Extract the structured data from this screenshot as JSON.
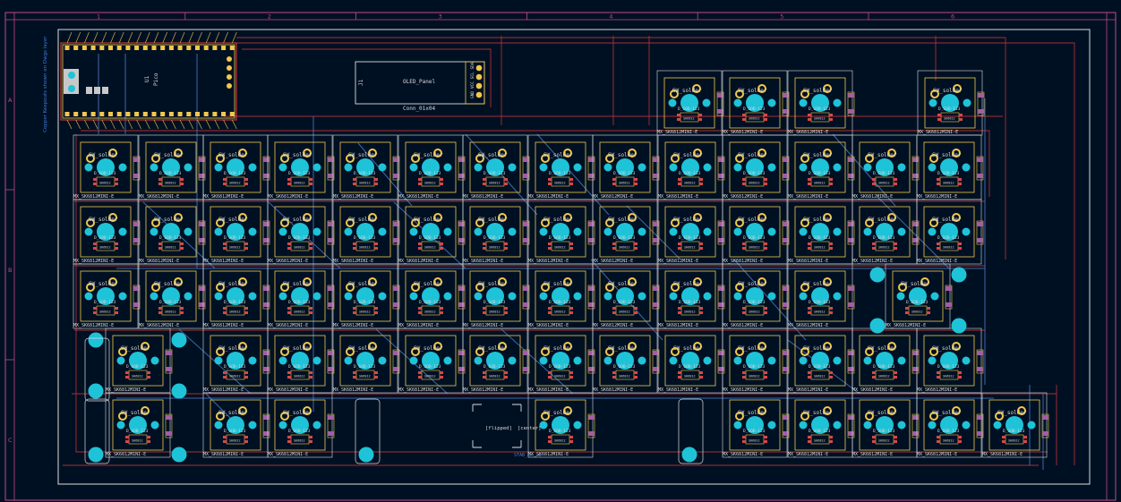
{
  "colors": {
    "background": "#001023",
    "frame": "#c24a8c",
    "outline": "#dcdcdc",
    "front_copper": "#c83434",
    "back_copper": "#4d7fc4",
    "footprint": "#f2c84b",
    "pad": "#1ec3d8",
    "smd_pad": "#d84848",
    "text": "#d8d8d8"
  },
  "frame": {
    "columns": [
      "1",
      "2",
      "3",
      "4",
      "5",
      "6"
    ],
    "rows": [
      "A",
      "B",
      "C"
    ]
  },
  "side_note": "Copper Keepouts shown on Dwgs layer",
  "mcu": {
    "ref": "U1",
    "value": "Pico"
  },
  "oled": {
    "ref": "J1",
    "value": "OLED_Panel",
    "footprint": "Conn_01x04",
    "pins": "GND VCC SCL SDA"
  },
  "switch": {
    "value": "SW_solder",
    "footprint": "MX_SK6812MINI-E",
    "led": "SK6812",
    "diode_fp": "D_SOD-123"
  },
  "stabilizer": {
    "label": "STAB_MX_2u",
    "flipped": "[flipped]",
    "center": "[center]"
  }
}
